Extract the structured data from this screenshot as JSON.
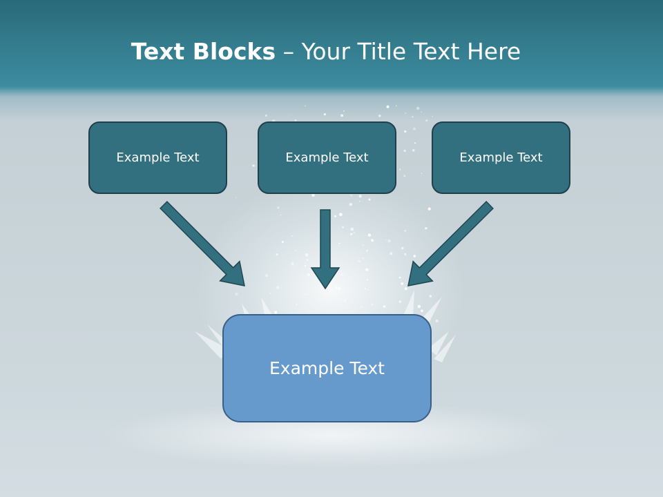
{
  "slide": {
    "title_bold": "Text Blocks",
    "title_separator": " – ",
    "title_rest": "Your Title Text Here"
  },
  "diagram": {
    "source_blocks": [
      {
        "label": "Example Text"
      },
      {
        "label": "Example Text"
      },
      {
        "label": "Example Text"
      }
    ],
    "target_block": {
      "label": "Example Text"
    },
    "arrows": [
      {
        "from": "source-1",
        "to": "target"
      },
      {
        "from": "source-2",
        "to": "target"
      },
      {
        "from": "source-3",
        "to": "target"
      }
    ]
  },
  "colors": {
    "header_teal": "#337b8c",
    "source_fill": "#33707f",
    "source_border": "#1f3f4a",
    "target_fill": "#6699cc",
    "target_border": "#3a5f86",
    "arrow_fill": "#33707f",
    "arrow_border": "#1f4550"
  }
}
